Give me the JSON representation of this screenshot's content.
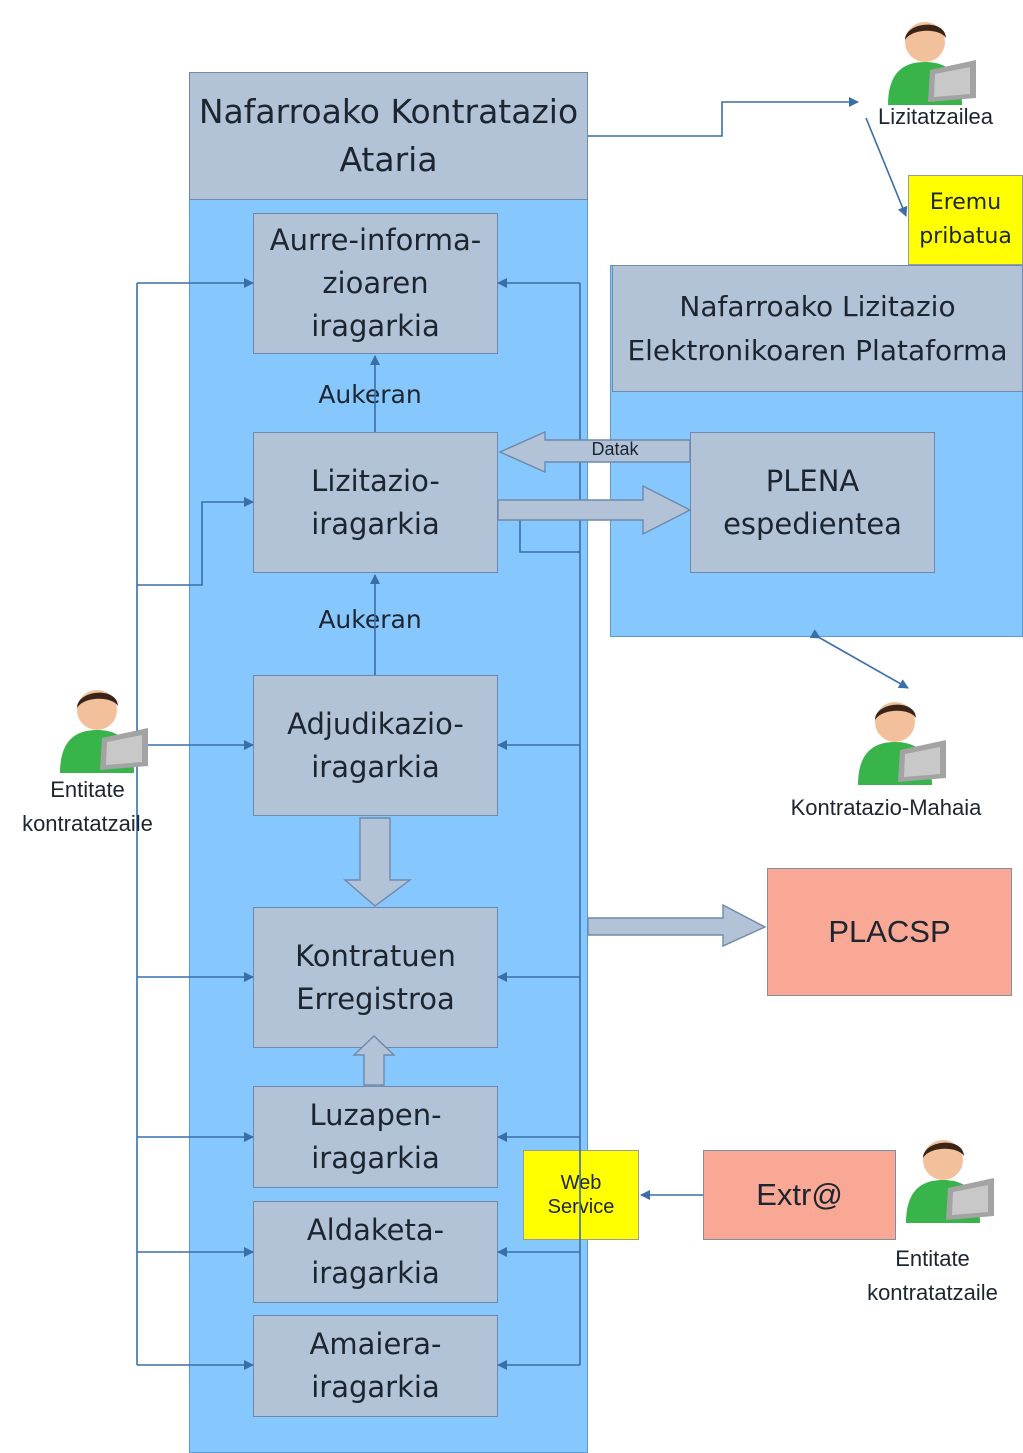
{
  "portal": {
    "title": "Nafarroako Kontratazio\nAtaria",
    "notices": [
      {
        "id": "aurre",
        "label": "Aurre-informa-\nzioaren\niragarkia"
      },
      {
        "id": "lizitazio",
        "label": "Lizitazio-\niragarkia"
      },
      {
        "id": "adjudikazio",
        "label": "Adjudikazio-\niragarkia"
      },
      {
        "id": "kontratuen",
        "label": "Kontratuen\nErregistroa"
      },
      {
        "id": "luzapen",
        "label": "Luzapen-\niragarkia"
      },
      {
        "id": "aldaketa",
        "label": "Aldaketa-\niragarkia"
      },
      {
        "id": "amaiera",
        "label": "Amaiera-\niragarkia"
      }
    ],
    "optional_label_1": "Aukeran",
    "optional_label_2": "Aukeran"
  },
  "platform": {
    "title": "Nafarroako Lizitazio\nElektronikoaren Plataforma",
    "plena": "PLENA\nespedientea",
    "data_arrow_label": "Datak"
  },
  "private_area": "Eremu\npribatua",
  "external": {
    "placsp": "PLACSP",
    "extra": "Extr@",
    "web_service": "Web\nService"
  },
  "actors": {
    "bidder": "Lizitatzailea",
    "committee": "Kontratazio-Mahaia",
    "entity_left": "Entitate\nkontratatzaile",
    "entity_right": "Entitate\nkontratatzaile"
  },
  "colors": {
    "portal_blue": "#86c8fd",
    "box_grey": "#b3c3d7",
    "salmon": "#f8a894",
    "yellow": "#ffff00",
    "arrow": "#3a6ea8"
  }
}
